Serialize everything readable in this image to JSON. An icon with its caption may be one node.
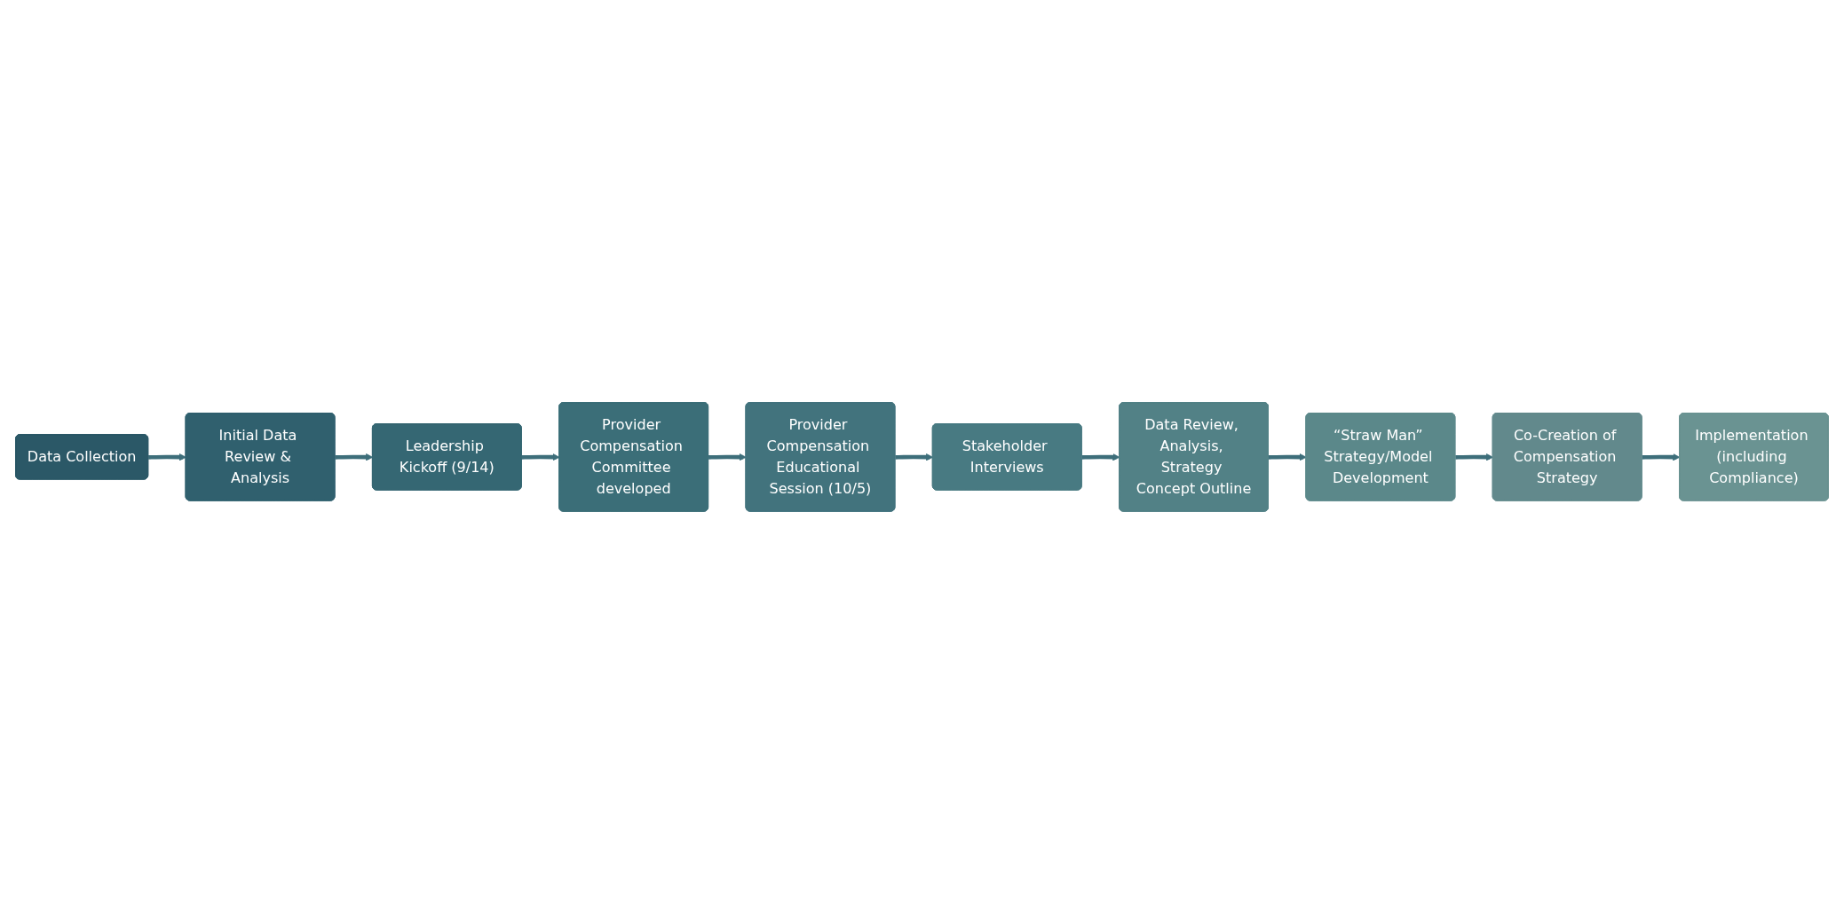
{
  "diagram": {
    "nodes": [
      {
        "text": [
          "Data Collection"
        ]
      },
      {
        "text": [
          "Initial Data Review & Analysis"
        ]
      },
      {
        "text": [
          "Leadership Kickoff (9/14)"
        ]
      },
      {
        "text": [
          "Provider Compensation Committee developed"
        ]
      },
      {
        "text": [
          "Provider Compensation Educational Session (10/5)"
        ]
      },
      {
        "text": [
          "Stakeholder Interviews"
        ]
      },
      {
        "text": [
          "Data Review, Analysis, Strategy Concept Outline"
        ]
      },
      {
        "text": [
          "“Straw Man” Strategy/Model Development"
        ]
      },
      {
        "text": [
          "Co-Creation of Compensation Strategy"
        ]
      },
      {
        "text": [
          "Implementation (including Compliance)"
        ]
      }
    ],
    "edges": [
      {
        "from": 0,
        "to": 1,
        "arrow": "to"
      },
      {
        "from": 1,
        "to": 2,
        "arrow": "to"
      },
      {
        "from": 2,
        "to": 3,
        "arrow": "to"
      },
      {
        "from": 3,
        "to": 4,
        "arrow": "to"
      },
      {
        "from": 4,
        "to": 5,
        "arrow": "to"
      },
      {
        "from": 5,
        "to": 6,
        "arrow": "to"
      },
      {
        "from": 6,
        "to": 7,
        "arrow": "to"
      },
      {
        "from": 7,
        "to": 8,
        "arrow": "to"
      },
      {
        "from": 8,
        "to": 9,
        "arrow": "to"
      }
    ]
  }
}
